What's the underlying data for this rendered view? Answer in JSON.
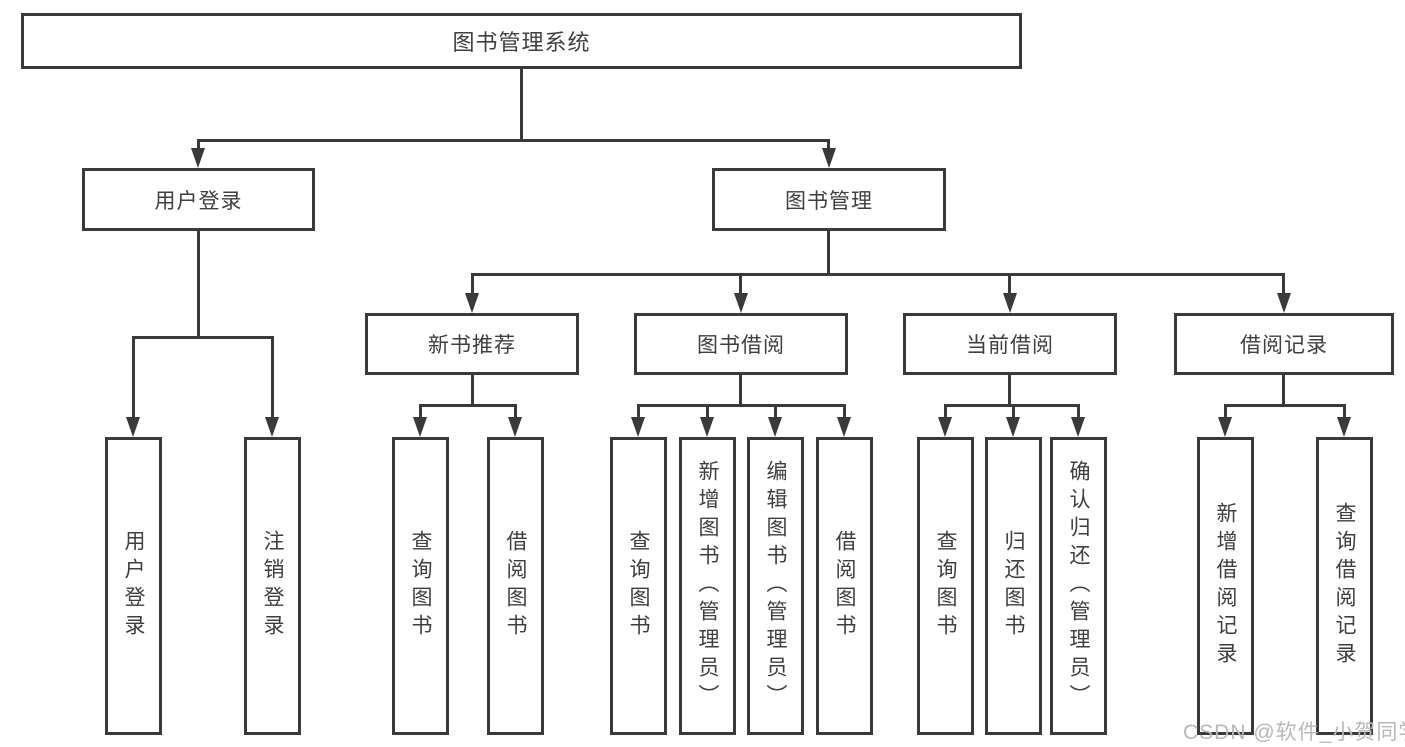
{
  "colors": {
    "line": "#3a3a3a",
    "text": "#3f3f3f",
    "box_fill": "#ffffff",
    "background": "#ffffff",
    "watermark": "#b9b9b9"
  },
  "diagram": {
    "root": {
      "label": "图书管理系统"
    },
    "level2": [
      {
        "label": "用户登录"
      },
      {
        "label": "图书管理"
      }
    ],
    "level3": [
      {
        "label": "新书推荐"
      },
      {
        "label": "图书借阅"
      },
      {
        "label": "当前借阅"
      },
      {
        "label": "借阅记录"
      }
    ],
    "leaves": [
      {
        "label": "用户登录"
      },
      {
        "label": "注销登录"
      },
      {
        "label": "查询图书"
      },
      {
        "label": "借阅图书"
      },
      {
        "label": "查询图书"
      },
      {
        "label": "新增图书（管理员）"
      },
      {
        "label": "编辑图书（管理员）"
      },
      {
        "label": "借阅图书"
      },
      {
        "label": "查询图书"
      },
      {
        "label": "归还图书"
      },
      {
        "label": "确认归还（管理员）"
      },
      {
        "label": "新增借阅记录"
      },
      {
        "label": "查询借阅记录"
      }
    ]
  },
  "watermark": {
    "text": "CSDN @软件_小贺同学"
  }
}
